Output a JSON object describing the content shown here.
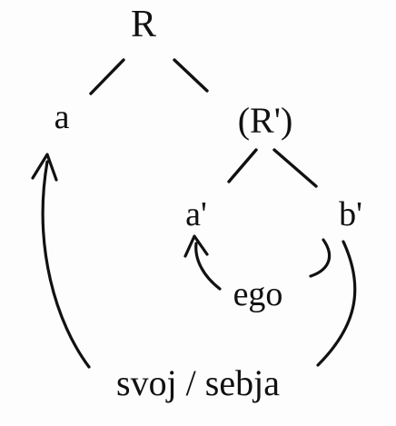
{
  "nodes": {
    "root": "R",
    "a": "a",
    "r_prime": "(R')",
    "a_prime": "a'",
    "b_prime": "b'",
    "ego": "ego",
    "svoj_sebja": "svoj / sebja"
  },
  "colors": {
    "ink": "#111111",
    "background": "#fdfdfd"
  }
}
